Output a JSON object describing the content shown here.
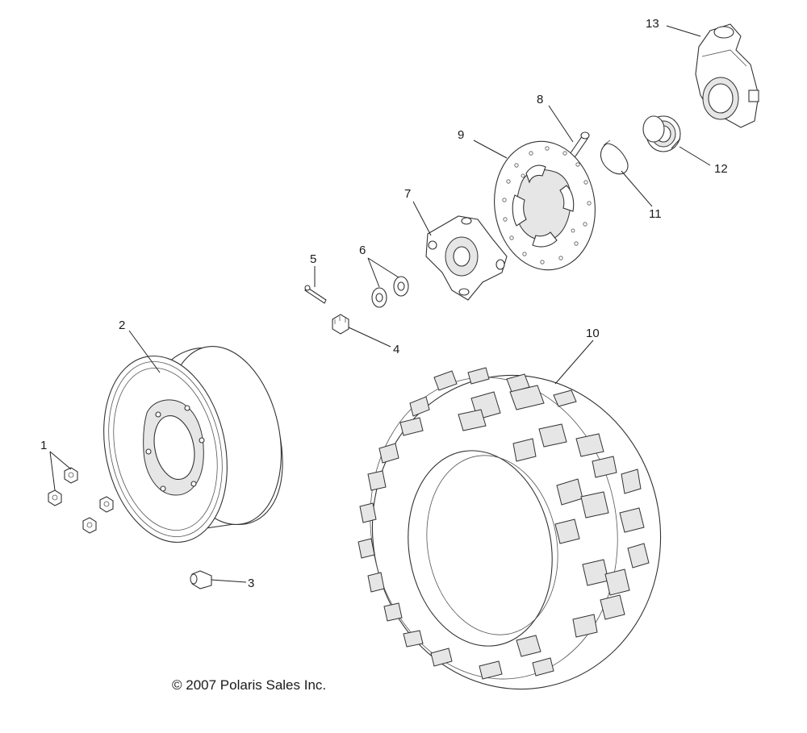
{
  "copyright": "© 2007 Polaris Sales Inc.",
  "callouts": [
    "1",
    "2",
    "3",
    "4",
    "5",
    "6",
    "7",
    "8",
    "9",
    "10",
    "11",
    "12",
    "13"
  ]
}
